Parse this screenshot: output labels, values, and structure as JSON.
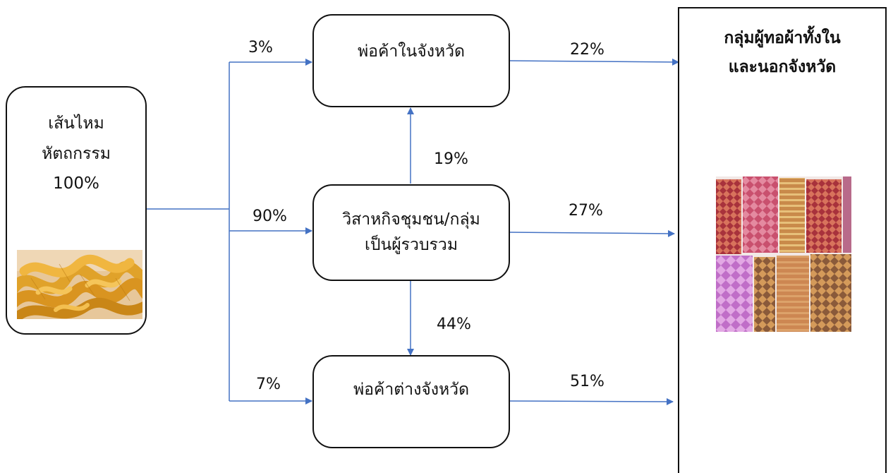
{
  "source": {
    "line1": "เส้นไหม",
    "line2": "หัตถกรรม",
    "line3": "100%",
    "image": "silk-yarn-skeins-photo"
  },
  "nodes": {
    "local_merchant": "พ่อค้าในจังหวัด",
    "community_line1": "วิสาหกิจชุมชน/กลุ่ม",
    "community_line2": "เป็นผู้รวบรวม",
    "outside_merchant": "พ่อค้าต่างจังหวัด"
  },
  "target": {
    "title_line1": "กลุ่มผู้ทอผ้าทั้งใน",
    "title_line2": "และนอกจังหวัด",
    "image": "woven-silk-fabrics-photo"
  },
  "flows": {
    "to_local": "3%",
    "to_community": "90%",
    "to_outside": "7%",
    "community_to_local": "19%",
    "community_to_outside": "44%",
    "local_to_weavers": "22%",
    "community_to_weavers": "27%",
    "outside_to_weavers": "51%"
  },
  "colors": {
    "arrow": "#4472C4",
    "border": "#111111"
  }
}
